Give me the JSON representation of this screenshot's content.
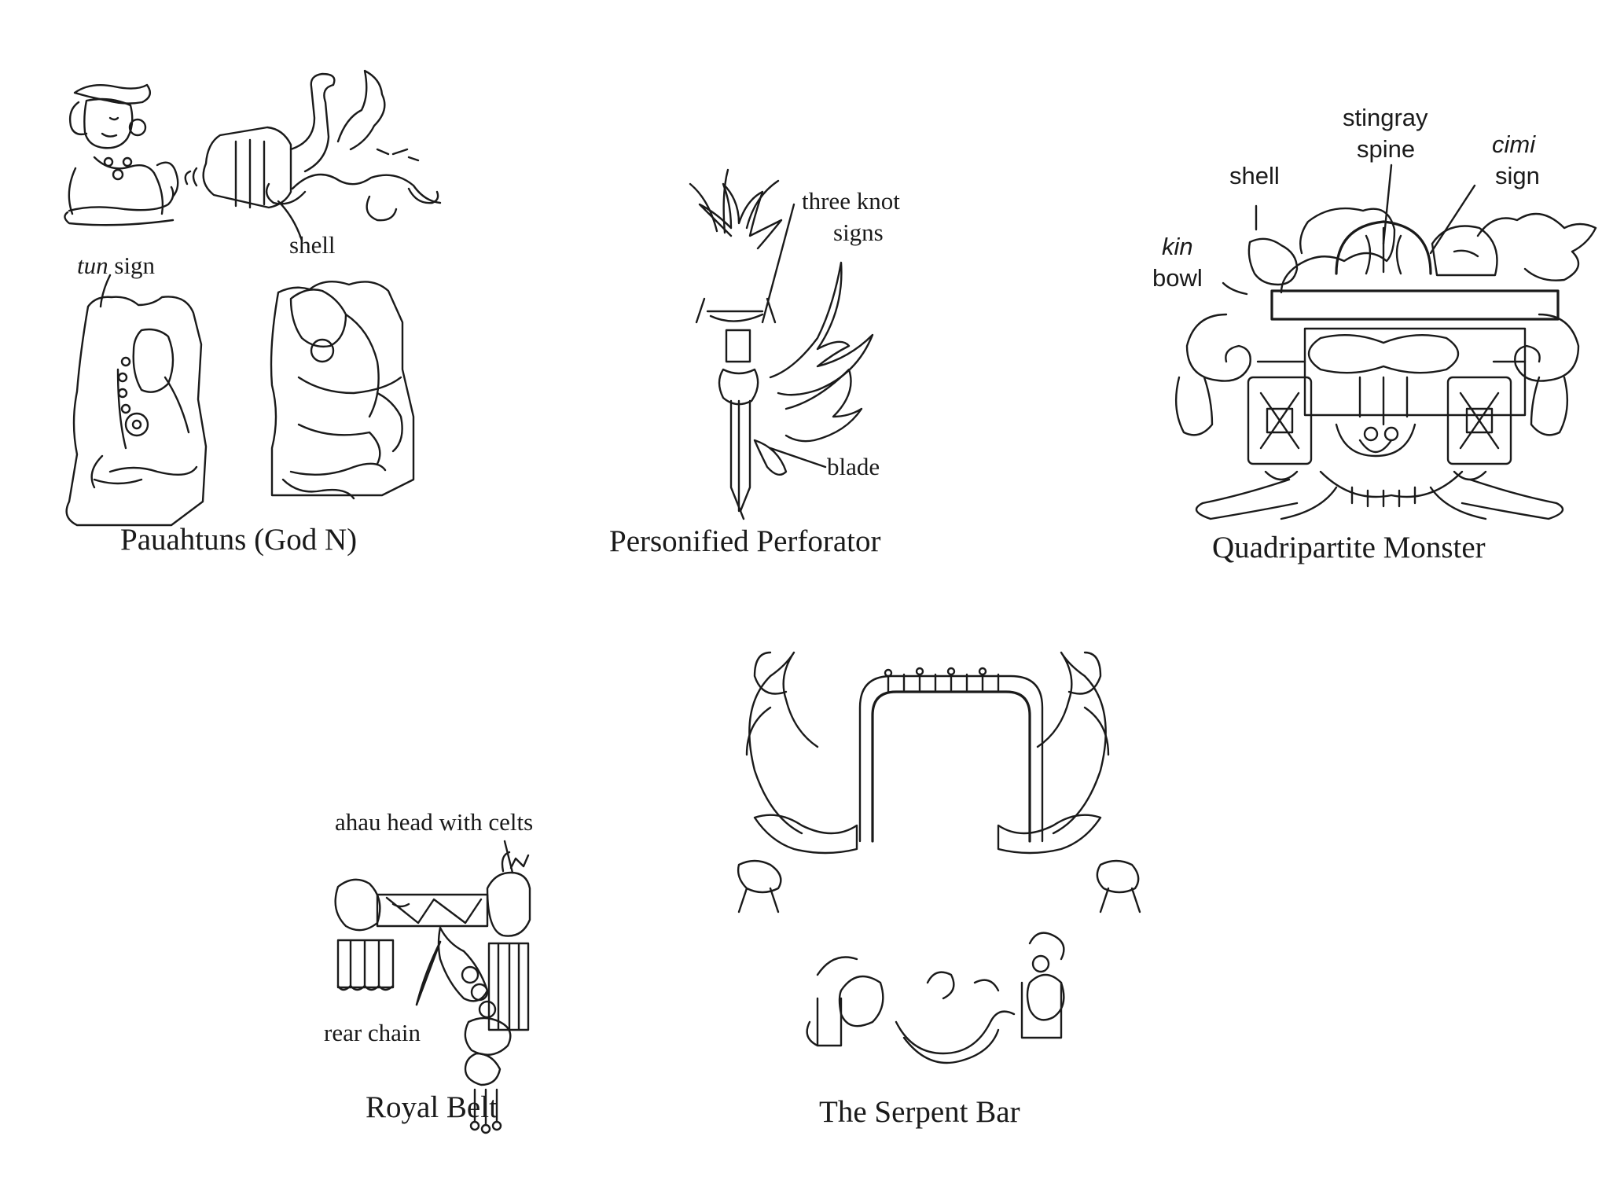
{
  "figures": {
    "pauahtuns": {
      "caption": "Pauahtuns (God N)",
      "labels": {
        "shell": "shell",
        "tun_italic": "tun",
        "tun_rest": " sign"
      }
    },
    "perforator": {
      "caption": "Personified Perforator",
      "labels": {
        "three_knot_line1": "three knot",
        "three_knot_line2": "signs",
        "blade": "blade"
      }
    },
    "quadripartite": {
      "caption": "Quadripartite Monster",
      "labels": {
        "stingray_line1": "stingray",
        "stingray_line2": "spine",
        "shell": "shell",
        "cimi_line1": "cimi",
        "cimi_line2": "sign",
        "kin": "kin",
        "bowl": "bowl"
      }
    },
    "royal_belt": {
      "caption": "Royal Belt",
      "labels": {
        "ahau": "ahau head with celts",
        "rear_chain": "rear chain"
      }
    },
    "serpent_bar": {
      "caption": "The Serpent Bar"
    }
  }
}
